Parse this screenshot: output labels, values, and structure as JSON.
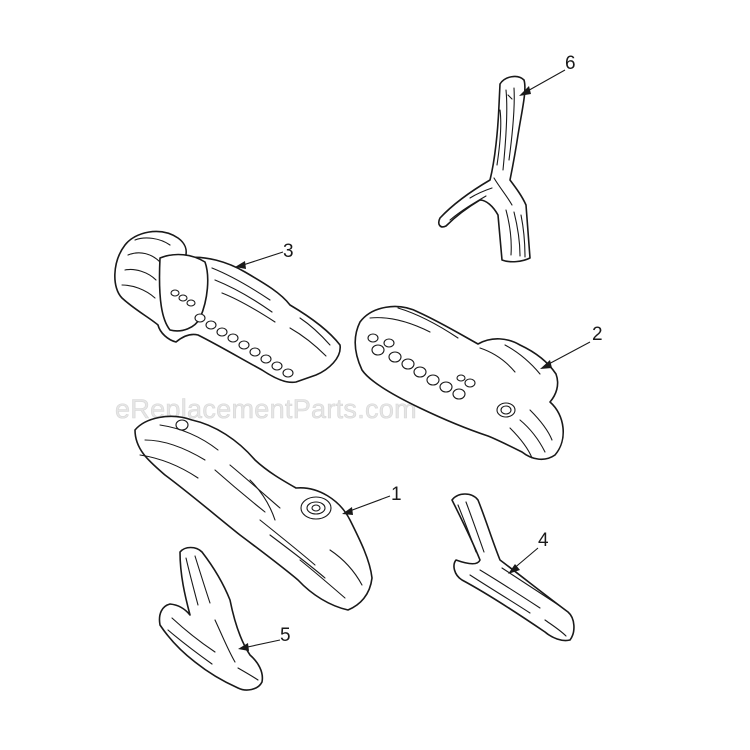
{
  "watermark": "eReplacementParts.com",
  "parts": [
    {
      "id": "1",
      "label": "1"
    },
    {
      "id": "2",
      "label": "2"
    },
    {
      "id": "3",
      "label": "3"
    },
    {
      "id": "4",
      "label": "4"
    },
    {
      "id": "5",
      "label": "5"
    },
    {
      "id": "6",
      "label": "6"
    }
  ]
}
